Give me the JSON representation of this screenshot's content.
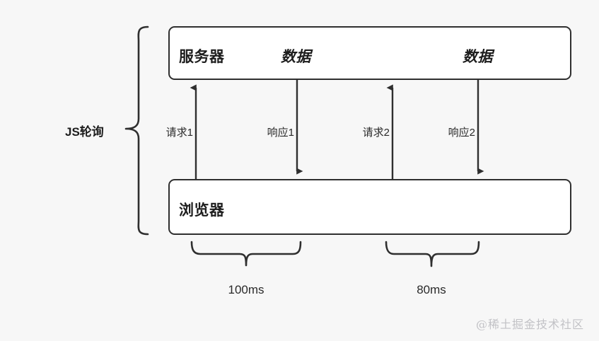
{
  "diagram": {
    "title_group_label": "JS轮询",
    "background_color": "#f7f7f7",
    "stroke_color": "#2f2f2f",
    "nodes": [
      {
        "id": "server",
        "label": "服务器"
      },
      {
        "id": "browser",
        "label": "浏览器"
      }
    ],
    "data_markers": [
      {
        "id": "data-1",
        "label": "数据"
      },
      {
        "id": "data-2",
        "label": "数据"
      }
    ],
    "edges": [
      {
        "id": "request-1",
        "label": "请求1",
        "direction": "up"
      },
      {
        "id": "response-1",
        "label": "响应1",
        "direction": "down"
      },
      {
        "id": "request-2",
        "label": "请求2",
        "direction": "up"
      },
      {
        "id": "response-2",
        "label": "响应2",
        "direction": "down"
      }
    ],
    "intervals": [
      {
        "id": "interval-1",
        "label": "100ms"
      },
      {
        "id": "interval-2",
        "label": "80ms"
      }
    ],
    "watermark": "@稀土掘金技术社区"
  }
}
